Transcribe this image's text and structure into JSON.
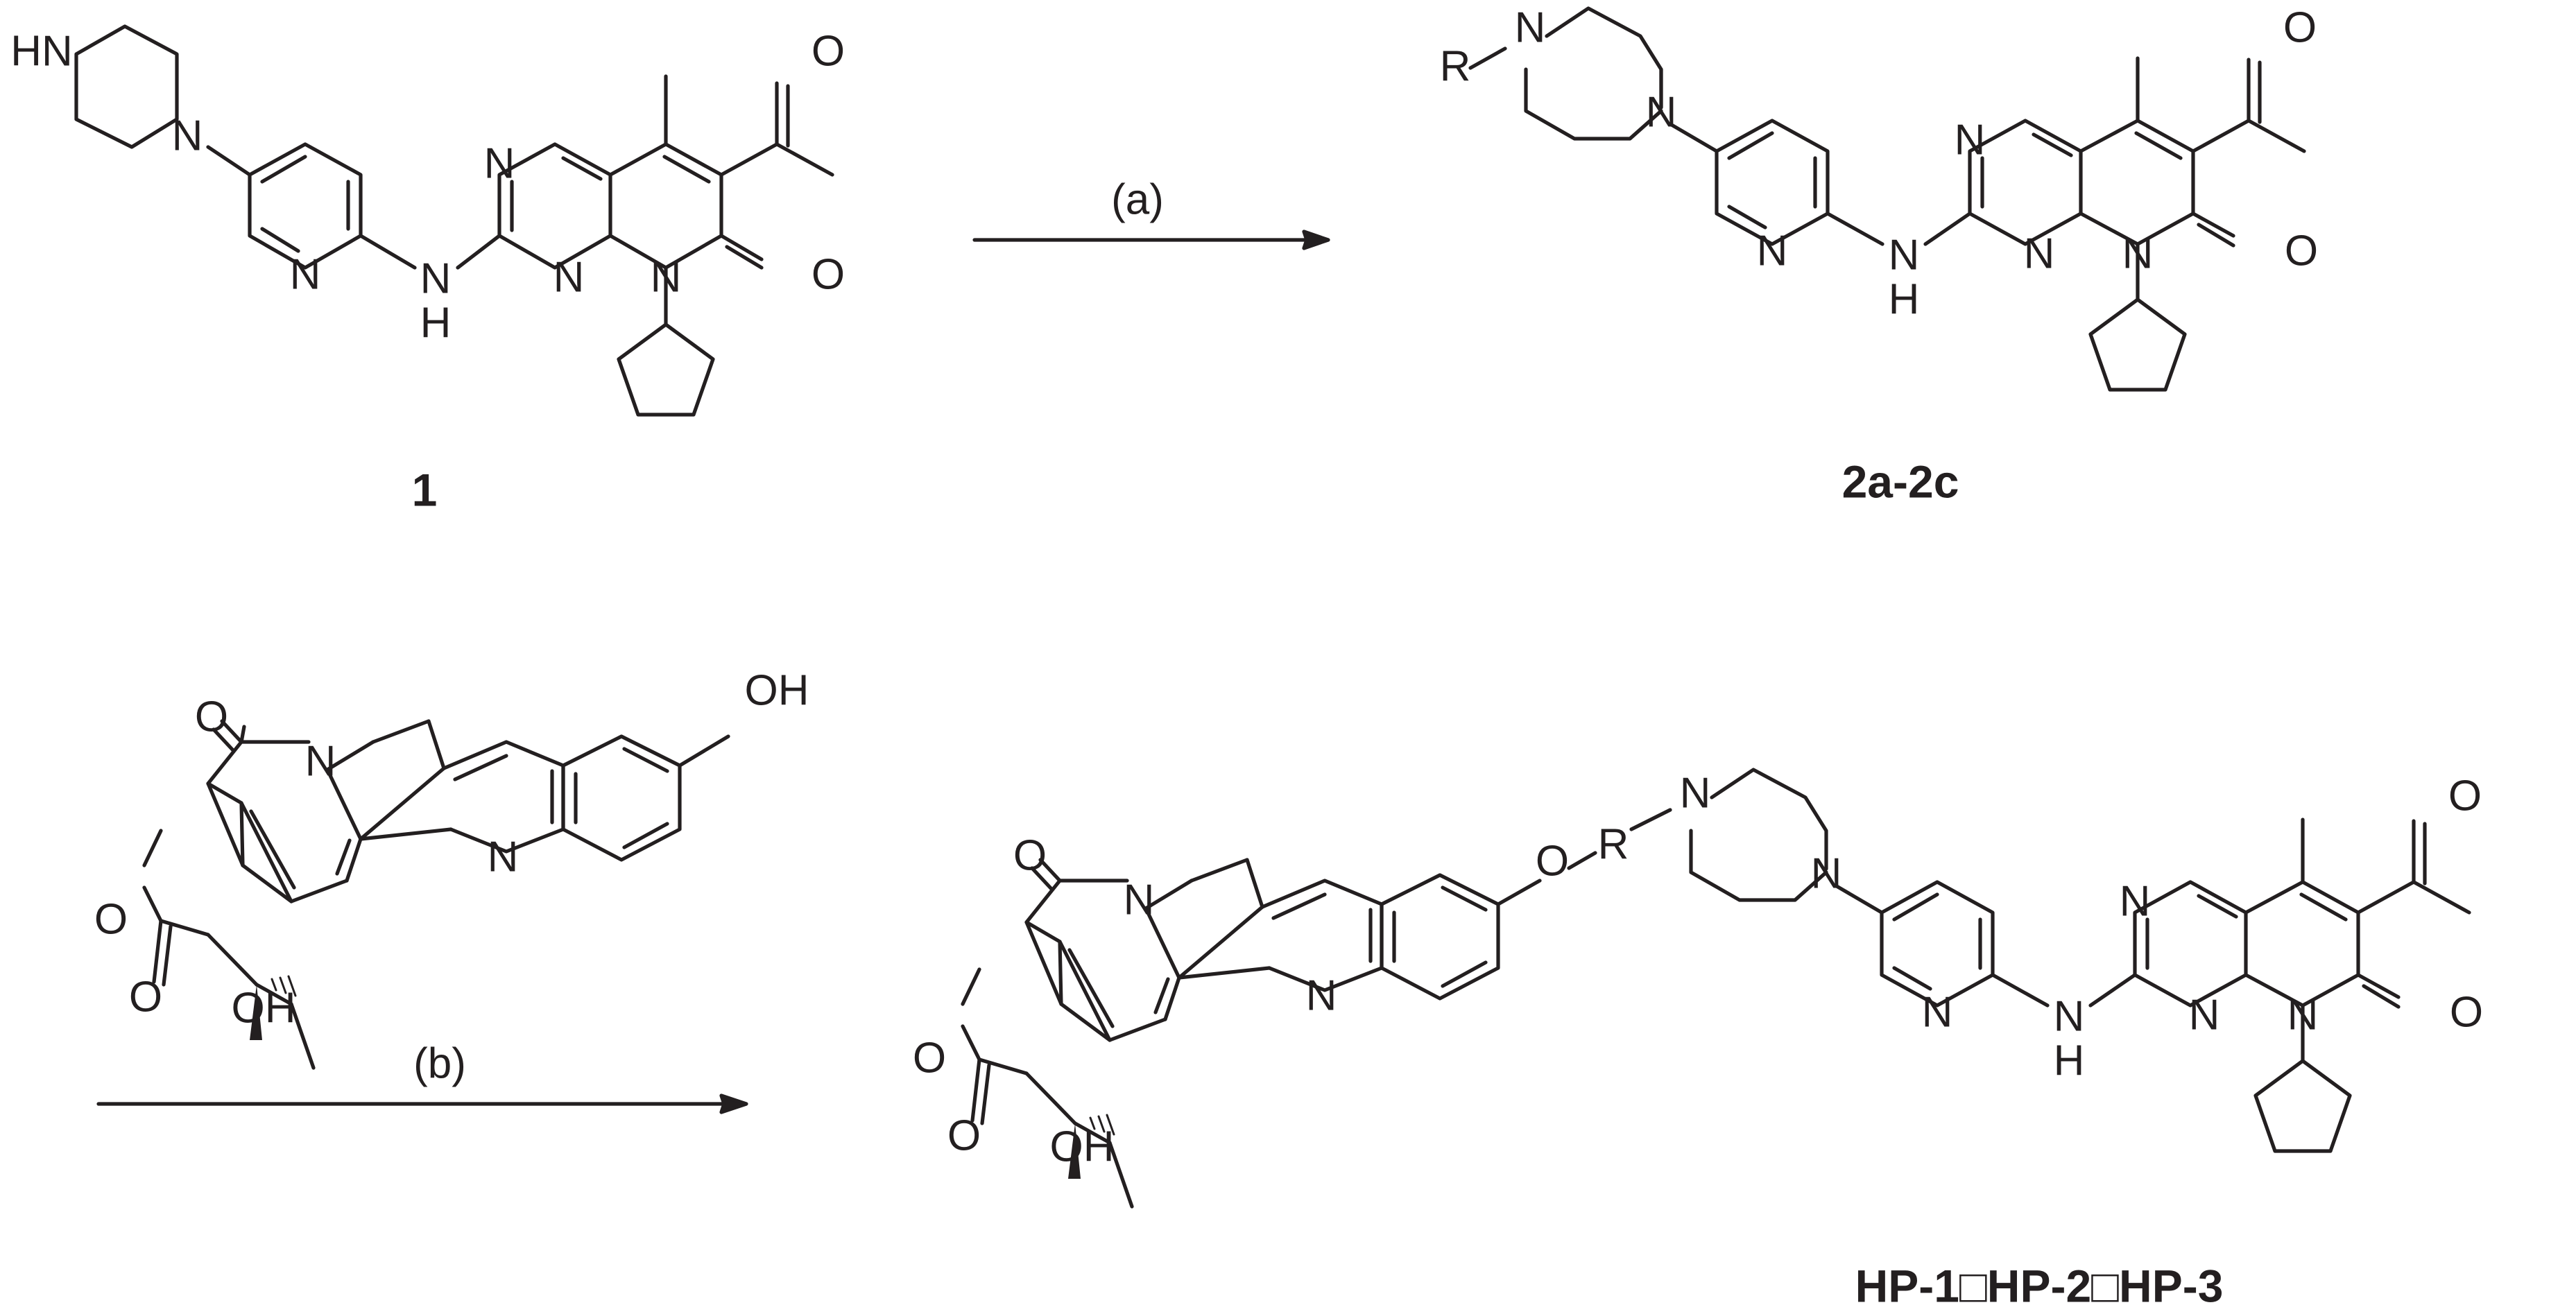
{
  "compound_labels": {
    "c1": "1",
    "c2": "2a-2c",
    "c3": "HP-1□HP-2□HP-3"
  },
  "reagents": {
    "a": "(a)",
    "b": "(b)"
  },
  "atoms": {
    "HN": "HN",
    "N": "N",
    "H": "H",
    "O": "O",
    "R": "R",
    "OH": "OH",
    "NH": "NH"
  }
}
